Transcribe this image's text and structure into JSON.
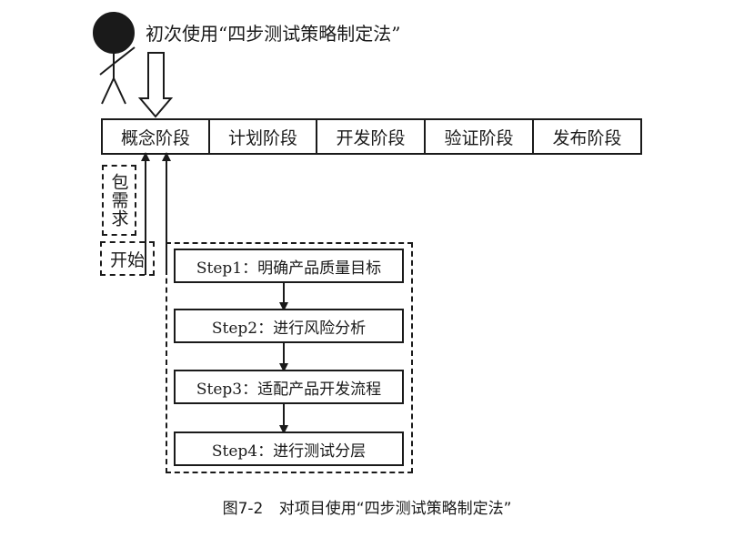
{
  "intro_text": "初次使用“四步测试策略制定法”",
  "phases": [
    "概念阶段",
    "计划阶段",
    "开发阶段",
    "验证阶段",
    "发布阶段"
  ],
  "side_labels": {
    "requirements": "包需求",
    "start": "开始"
  },
  "steps": [
    "Step1：明确产品质量目标",
    "Step2：进行风险分析",
    "Step3：适配产品开发流程",
    "Step4：进行测试分层"
  ],
  "caption": {
    "number": "图7-2",
    "text": "对项目使用“四步测试策略制定法”"
  }
}
